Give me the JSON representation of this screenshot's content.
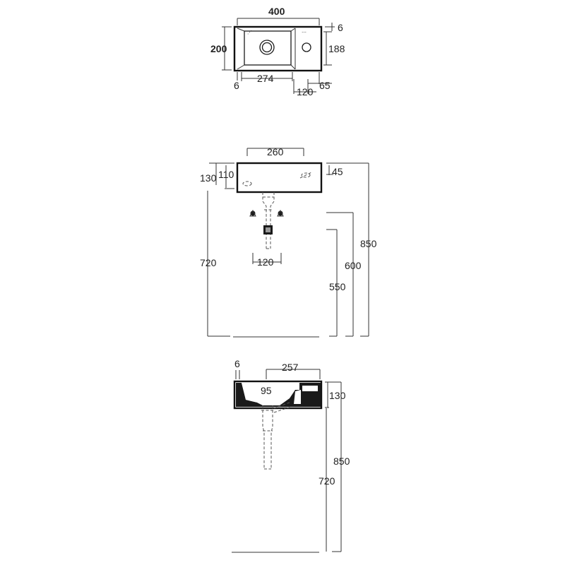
{
  "top_view": {
    "width": "400",
    "depth": "200",
    "right_offset": "6",
    "inner_depth": "188",
    "left_offset": "6",
    "bowl_width": "274",
    "tap_center": "120",
    "tap_edge": "65"
  },
  "front_view": {
    "bowl_width": "260",
    "height": "130",
    "inner_height": "110",
    "overflow_height": "45",
    "trap_spacing": "120",
    "top_height": "720",
    "total_height": "850",
    "waste_height": "600",
    "supply_height": "550"
  },
  "side_view": {
    "rim": "6",
    "depth": "257",
    "bowl_depth": "95",
    "height": "130",
    "total_height": "850",
    "top_height": "720"
  }
}
